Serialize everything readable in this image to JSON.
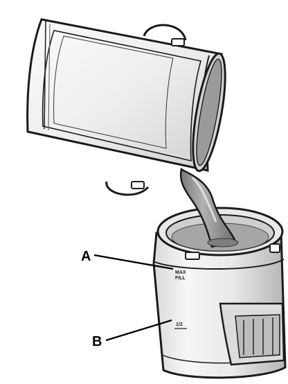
{
  "diagram": {
    "callouts": [
      {
        "id": "A",
        "label": "A"
      },
      {
        "id": "B",
        "label": "B"
      }
    ],
    "markings": {
      "max_fill_line1": "MAX",
      "max_fill_line2": "FILL",
      "half_fill": "1/2"
    },
    "colors": {
      "line": "#1a1a1a",
      "light_gray": "#e6e6e6",
      "mid_gray": "#b9b9b9",
      "dark_gray": "#6f6f6f",
      "liquid": "#8a8a8a"
    }
  }
}
